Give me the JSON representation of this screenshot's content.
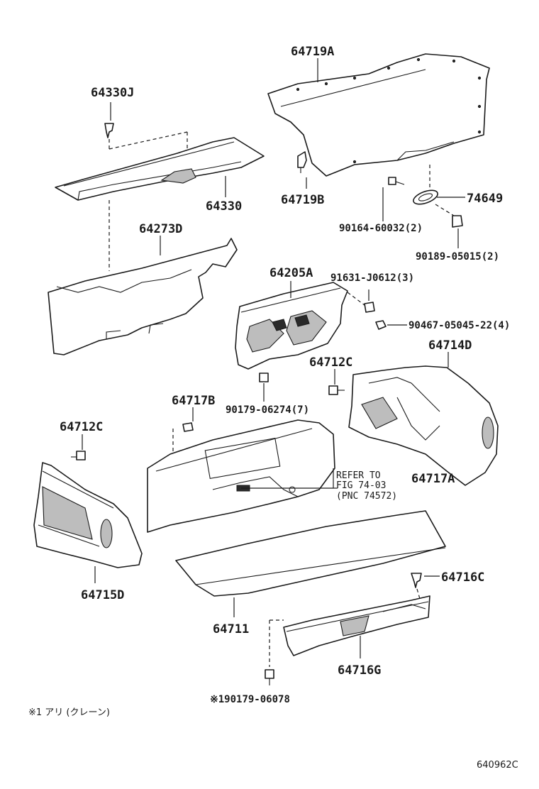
{
  "labels": {
    "p64719A": "64719A",
    "p64330J": "64330J",
    "p64330": "64330",
    "p64719B": "64719B",
    "p74649": "74649",
    "p90164": "90164-60032(2)",
    "p90189": "90189-05015(2)",
    "p64273D": "64273D",
    "p64205A": "64205A",
    "p91631": "91631-J0612(3)",
    "p90467": "90467-05045-22(4)",
    "p64712C_r": "64712C",
    "p64714D": "64714D",
    "p90179": "90179-06274(7)",
    "p64717B": "64717B",
    "p64712C_l": "64712C",
    "p64717A": "64717A",
    "p64715D": "64715D",
    "p64716C": "64716C",
    "p64711": "64711",
    "p64716G": "64716G",
    "p190179": "※190179-06078"
  },
  "refer": {
    "line1": "REFER TO",
    "line2": "FIG 74-03",
    "line3": "(PNC 74572)"
  },
  "footnote": "※1 アリ (クレーン)",
  "figure_code": "640962C"
}
